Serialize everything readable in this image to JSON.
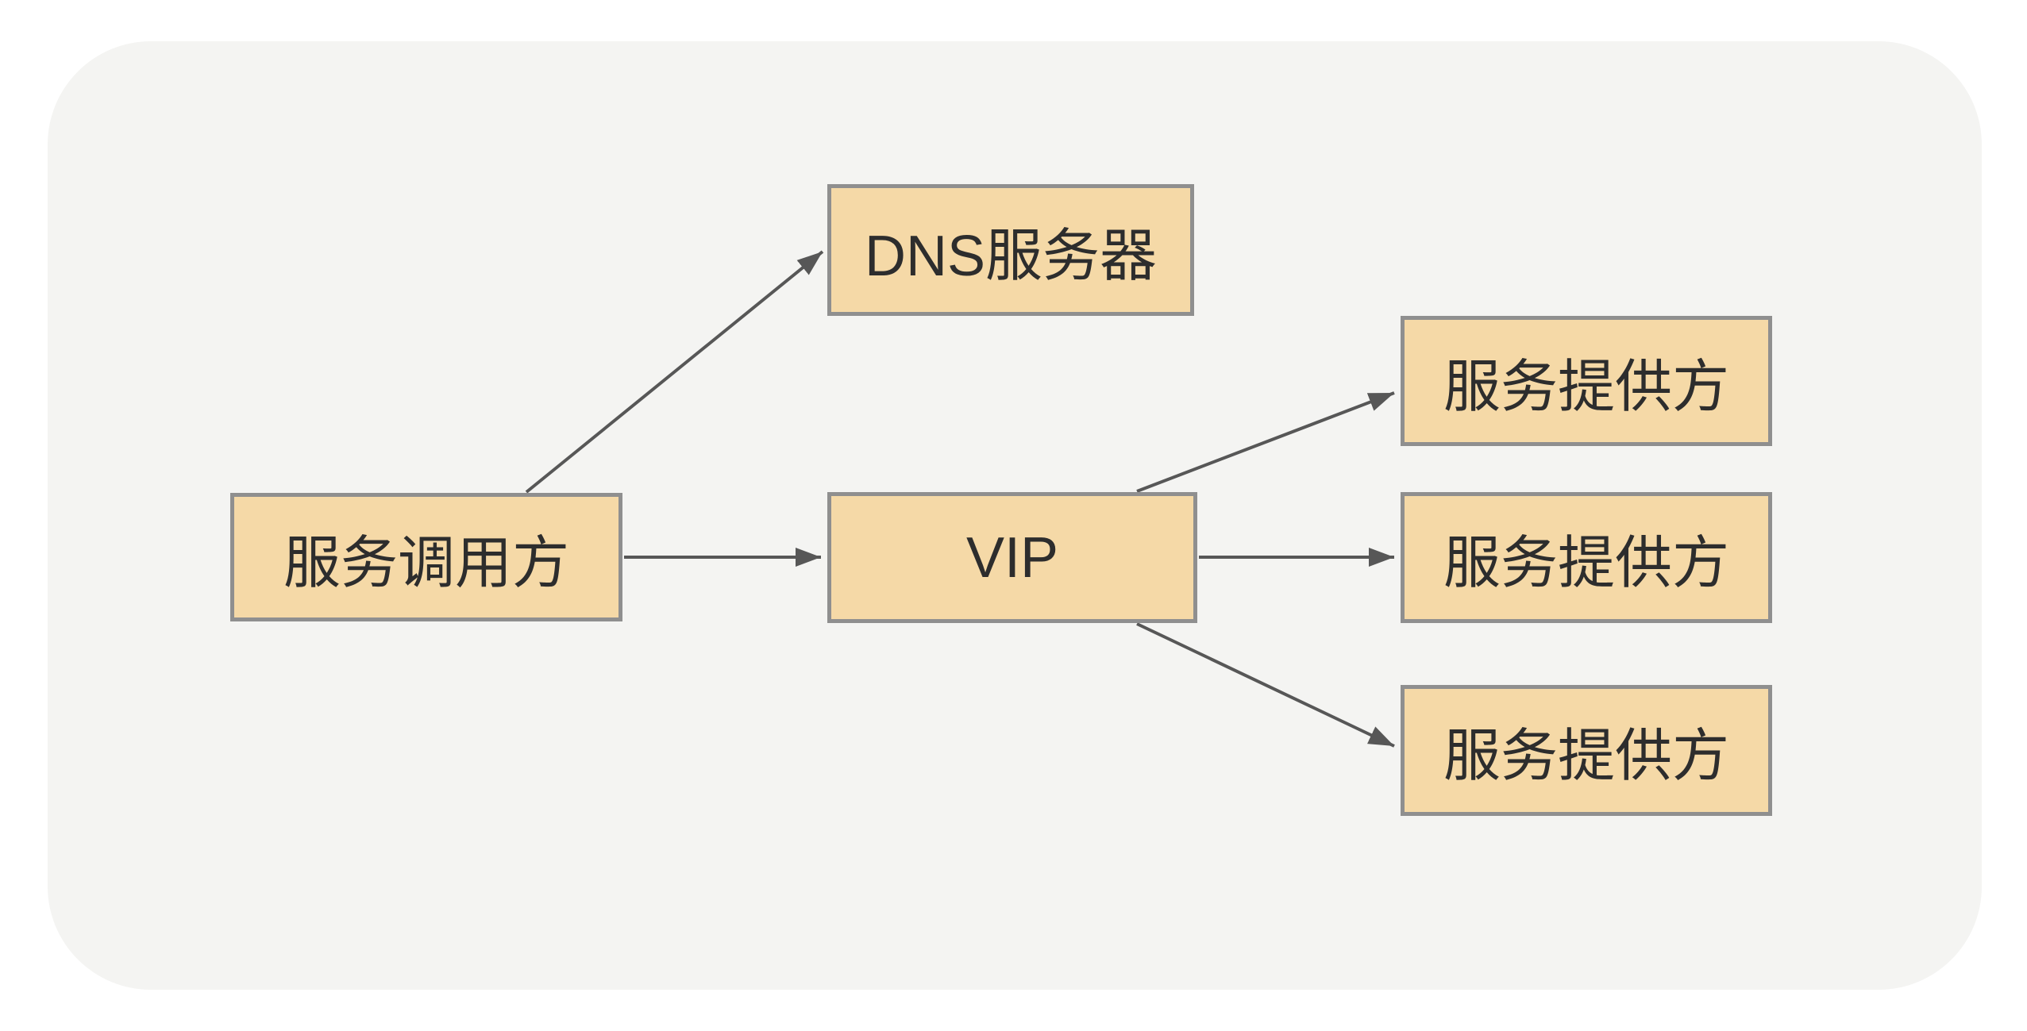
{
  "diagram": {
    "title": "VIP / DNS service routing diagram",
    "nodes": {
      "caller": {
        "label": "服务调用方"
      },
      "dns": {
        "label": "DNS服务器"
      },
      "vip": {
        "label": "VIP"
      },
      "provider1": {
        "label": "服务提供方"
      },
      "provider2": {
        "label": "服务提供方"
      },
      "provider3": {
        "label": "服务提供方"
      }
    },
    "edges": [
      {
        "from": "caller",
        "to": "dns"
      },
      {
        "from": "caller",
        "to": "vip"
      },
      {
        "from": "vip",
        "to": "provider1"
      },
      {
        "from": "vip",
        "to": "provider2"
      },
      {
        "from": "vip",
        "to": "provider3"
      }
    ],
    "colors": {
      "page_background": "#ffffff",
      "panel_background": "#f4f4f2",
      "node_fill": "#f5d9a7",
      "node_border": "#8f8f8f",
      "arrow": "#575757",
      "text": "#2d2d2d"
    }
  }
}
